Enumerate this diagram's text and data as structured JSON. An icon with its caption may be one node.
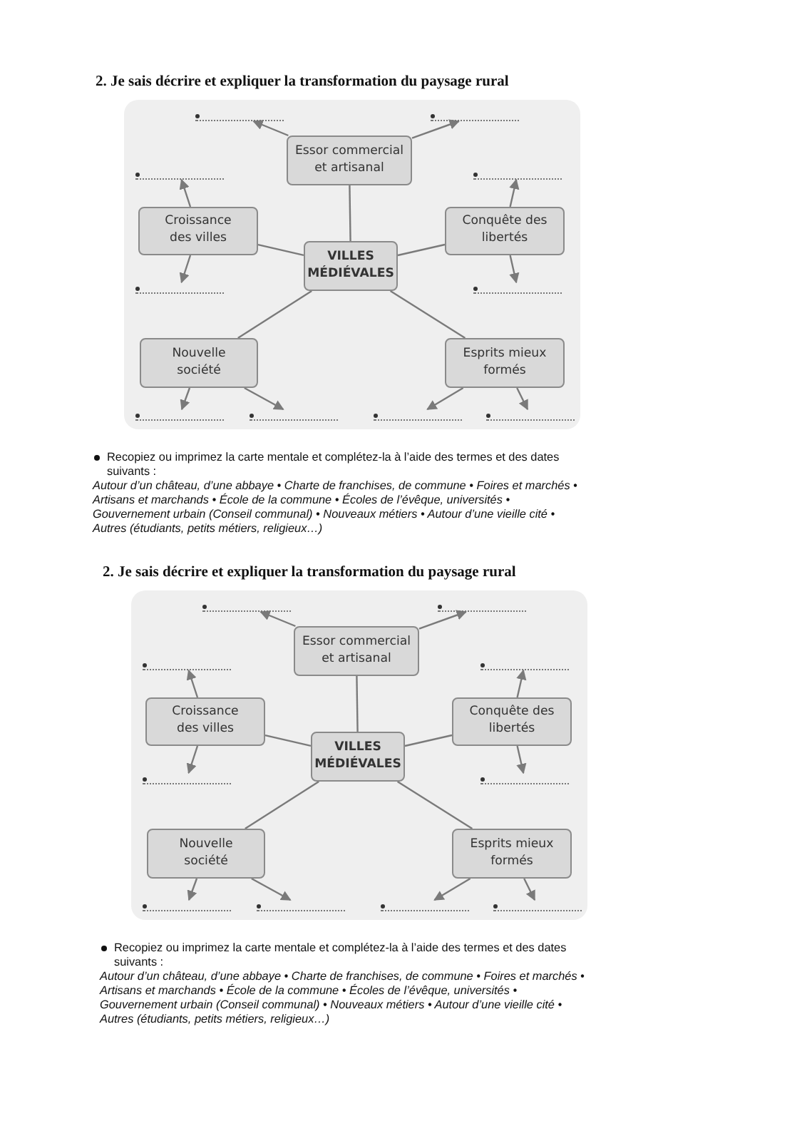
{
  "diagram": {
    "nodes": [
      {
        "text": [],
        "shape": "line"
      },
      {
        "text": [],
        "shape": "line"
      },
      {
        "text": [
          "Essor commercial et artisanal"
        ]
      },
      {
        "text": [],
        "shape": "line"
      },
      {
        "text": [],
        "shape": "line"
      },
      {
        "text": [
          "Croissance des villes"
        ]
      },
      {
        "text": [
          "Conquête des libertés"
        ]
      },
      {
        "text": [
          "VILLES MÉDIÉVALES"
        ]
      },
      {
        "text": [],
        "shape": "line"
      },
      {
        "text": [],
        "shape": "line"
      },
      {
        "text": [
          "Nouvelle société"
        ]
      },
      {
        "text": [
          "Esprits mieux formés"
        ]
      },
      {
        "text": [],
        "shape": "line"
      },
      {
        "text": [],
        "shape": "line"
      },
      {
        "text": [],
        "shape": "line"
      },
      {
        "text": [],
        "shape": "line"
      },
      {
        "text": [],
        "shape": "line"
      },
      {
        "text": [],
        "shape": "line"
      },
      {
        "text": [
          "Essor commercial et artisanal"
        ]
      },
      {
        "text": [],
        "shape": "line"
      },
      {
        "text": [],
        "shape": "line"
      },
      {
        "text": [
          "Croissance des villes"
        ]
      },
      {
        "text": [
          "Conquête des libertés"
        ]
      },
      {
        "text": [
          "VILLES MÉDIÉVALES"
        ]
      },
      {
        "text": [],
        "shape": "line"
      },
      {
        "text": [],
        "shape": "line"
      },
      {
        "text": [
          "Nouvelle société"
        ]
      },
      {
        "text": [
          "Esprits mieux formés"
        ]
      },
      {
        "text": [],
        "shape": "line"
      },
      {
        "text": [],
        "shape": "line"
      },
      {
        "text": [],
        "shape": "line"
      },
      {
        "text": [],
        "shape": "line"
      }
    ],
    "edges": [
      {
        "from": 7,
        "to": 2,
        "arrow": "none"
      },
      {
        "from": 7,
        "to": 5,
        "arrow": "none"
      },
      {
        "from": 7,
        "to": 6,
        "arrow": "none"
      },
      {
        "from": 7,
        "to": 10,
        "arrow": "none"
      },
      {
        "from": 7,
        "to": 11,
        "arrow": "none"
      },
      {
        "from": 2,
        "to": 0,
        "arrow": "to"
      },
      {
        "from": 2,
        "to": 1,
        "arrow": "to"
      },
      {
        "from": 5,
        "to": 3,
        "arrow": "to"
      },
      {
        "from": 5,
        "to": 8,
        "arrow": "to"
      },
      {
        "from": 6,
        "to": 4,
        "arrow": "to"
      },
      {
        "from": 6,
        "to": 9,
        "arrow": "to"
      },
      {
        "from": 10,
        "to": 12,
        "arrow": "to"
      },
      {
        "from": 10,
        "to": 13,
        "arrow": "to"
      },
      {
        "from": 11,
        "to": 14,
        "arrow": "to"
      },
      {
        "from": 11,
        "to": 15,
        "arrow": "to"
      },
      {
        "from": 23,
        "to": 18,
        "arrow": "none"
      },
      {
        "from": 23,
        "to": 21,
        "arrow": "none"
      },
      {
        "from": 23,
        "to": 22,
        "arrow": "none"
      },
      {
        "from": 23,
        "to": 26,
        "arrow": "none"
      },
      {
        "from": 23,
        "to": 27,
        "arrow": "none"
      },
      {
        "from": 18,
        "to": 16,
        "arrow": "to"
      },
      {
        "from": 18,
        "to": 17,
        "arrow": "to"
      },
      {
        "from": 21,
        "to": 19,
        "arrow": "to"
      },
      {
        "from": 21,
        "to": 24,
        "arrow": "to"
      },
      {
        "from": 22,
        "to": 20,
        "arrow": "to"
      },
      {
        "from": 22,
        "to": 25,
        "arrow": "to"
      },
      {
        "from": 26,
        "to": 28,
        "arrow": "to"
      },
      {
        "from": 26,
        "to": 29,
        "arrow": "to"
      },
      {
        "from": 27,
        "to": 30,
        "arrow": "to"
      },
      {
        "from": 27,
        "to": 31,
        "arrow": "to"
      }
    ],
    "labels": [
      "2. Je sais décrire et expliquer la transformation du paysage rural",
      "Recopiez ou imprimez la carte mentale et complétez-la à l’aide des termes et des dates suivants :",
      "Autour d’un château, d’une abbaye • Charte de franchises, de commune • Foires et marchés • Artisans et marchands • École de la commune • Écoles de l’évêque, universités • Gouvernement urbain (Conseil communal) • Nouveaux métiers • Autour d’une vieille cité • Autres (étudiants, petits métiers, religieux…)",
      "2. Je sais décrire et expliquer la transformation du paysage rural",
      "Recopiez ou imprimez la carte mentale et complétez-la à l’aide des termes et des dates suivants :",
      "Autour d’un château, d’une abbaye • Charte de franchises, de commune • Foires et marchés • Artisans et marchands • École de la commune • Écoles de l’évêque, universités • Gouvernement urbain (Conseil communal) • Nouveaux métiers • Autour d’une vieille cité • Autres (étudiants, petits métiers, religieux…)"
    ]
  }
}
